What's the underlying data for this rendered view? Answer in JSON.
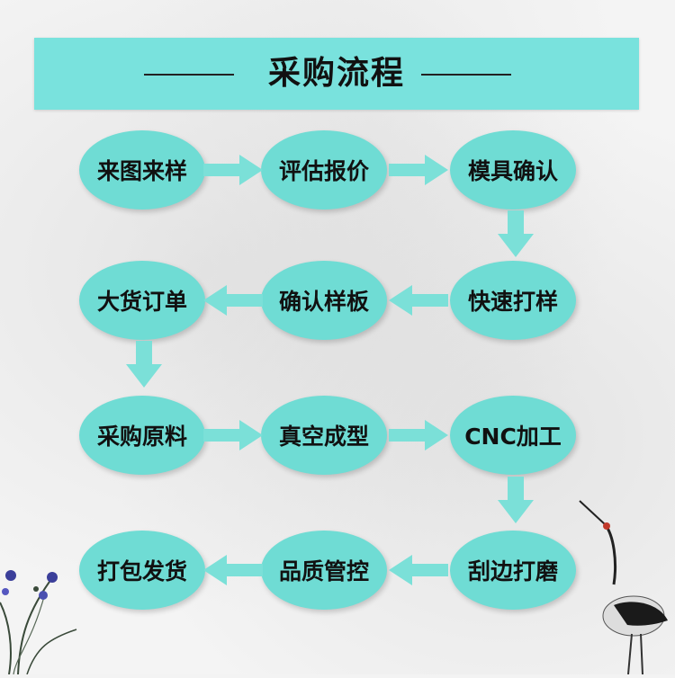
{
  "header": {
    "title": "采购流程"
  },
  "steps": [
    "来图来样",
    "评估报价",
    "模具确认",
    "快速打样",
    "确认样板",
    "大货订单",
    "采购原料",
    "真空成型",
    "CNC加工",
    "刮边打磨",
    "品质管控",
    "打包发货"
  ],
  "colors": {
    "node_fill": "#6fdcd4",
    "header_fill": "#79e2dd",
    "arrow_fill": "#7be0d8",
    "text": "#111111"
  },
  "icons": [
    "orchid-decoration-icon",
    "crane-bird-icon"
  ]
}
